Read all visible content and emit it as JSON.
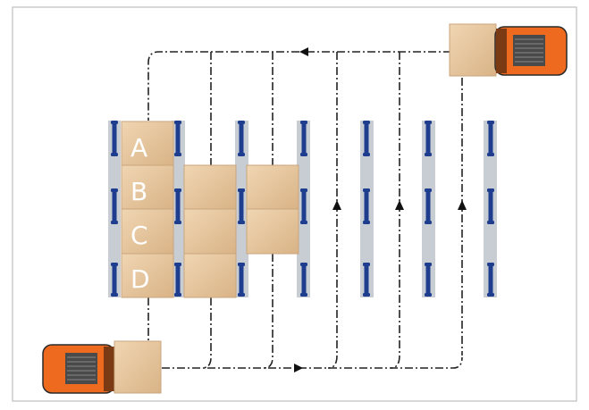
{
  "labels": {
    "a": "A",
    "b": "B",
    "c": "C",
    "d": "D"
  },
  "colors": {
    "frame": "#bdbdbd",
    "lane": "#c8cdd3",
    "post": "#1e3d8f",
    "box": "#e8c9a2",
    "box_shade": "#d8b388",
    "path": "#222222",
    "vehicle": "#ee6a1f",
    "vehicle_grille": "#4a4a4a"
  },
  "icons": {
    "forklift_top": "forklift-top-icon",
    "forklift_bottom": "forklift-bottom-icon",
    "arrow": "arrowhead-icon"
  }
}
